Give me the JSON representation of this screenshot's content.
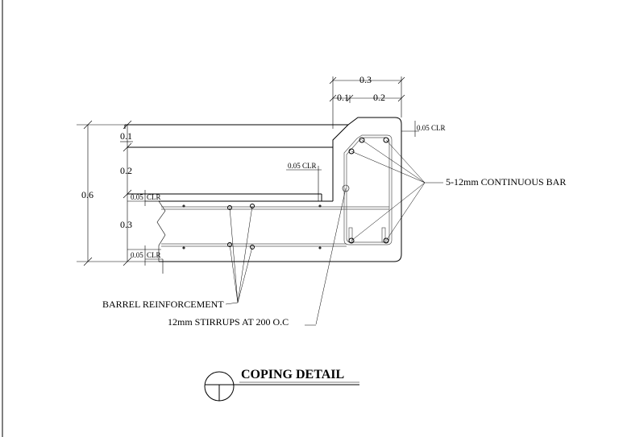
{
  "title": "COPING DETAIL",
  "dimensions": {
    "overall_height": "0.6",
    "top_width": "0.3",
    "top_left": "0.1",
    "top_right": "0.2",
    "seg_top": "0.1",
    "seg_mid": "0.2",
    "seg_bottom": "0.3"
  },
  "clear_cover": {
    "right": "0.05 CLR",
    "inner": "0.05 CLR",
    "left_top": "0.05",
    "left_top_unit": "CLR",
    "left_bottom": "0.05",
    "left_bottom_unit": "CLR"
  },
  "labels": {
    "continuous_bar": "5-12mm CONTINUOUS BAR",
    "barrel_reinforcement": "BARREL REINFORCEMENT",
    "stirrups": "12mm STIRRUPS AT 200 O.C"
  }
}
